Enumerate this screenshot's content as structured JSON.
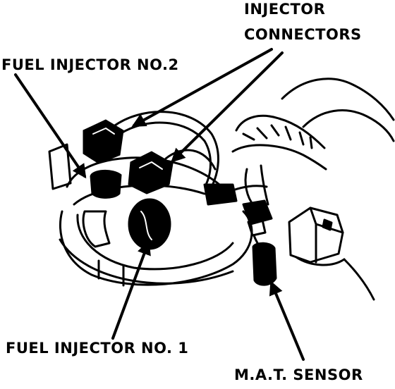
{
  "labels": {
    "injector_connectors_line1": "INJECTOR",
    "injector_connectors_line2": "CONNECTORS",
    "fuel_injector_no2": "FUEL INJECTOR NO.2",
    "fuel_injector_no1": "FUEL INJECTOR NO. 1",
    "mat_sensor": "M.A.T. SENSOR"
  },
  "colors": {
    "ink": "#000000",
    "paper": "#ffffff"
  }
}
